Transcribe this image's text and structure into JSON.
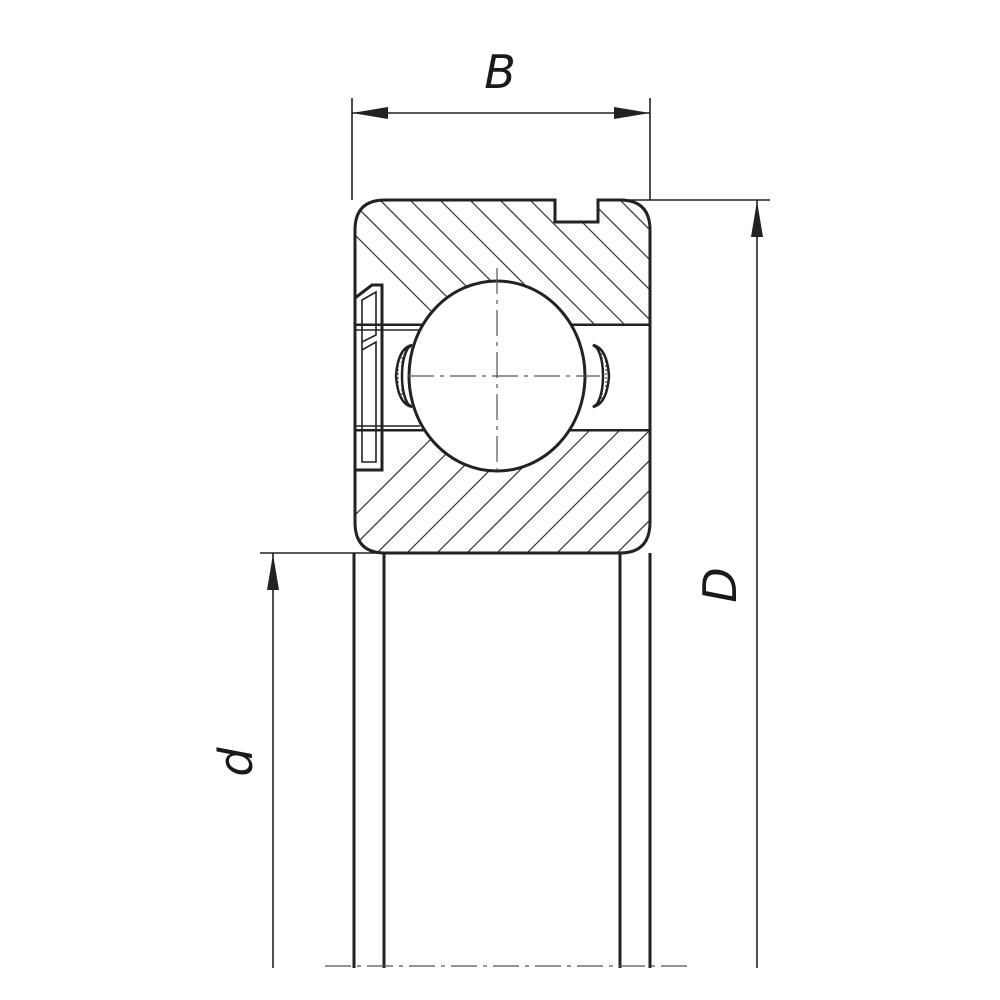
{
  "dimensions": {
    "width_label": "B",
    "outer_diameter_label": "D",
    "bore_diameter_label": "d"
  },
  "colors": {
    "line": "#222222",
    "background": "#ffffff"
  }
}
